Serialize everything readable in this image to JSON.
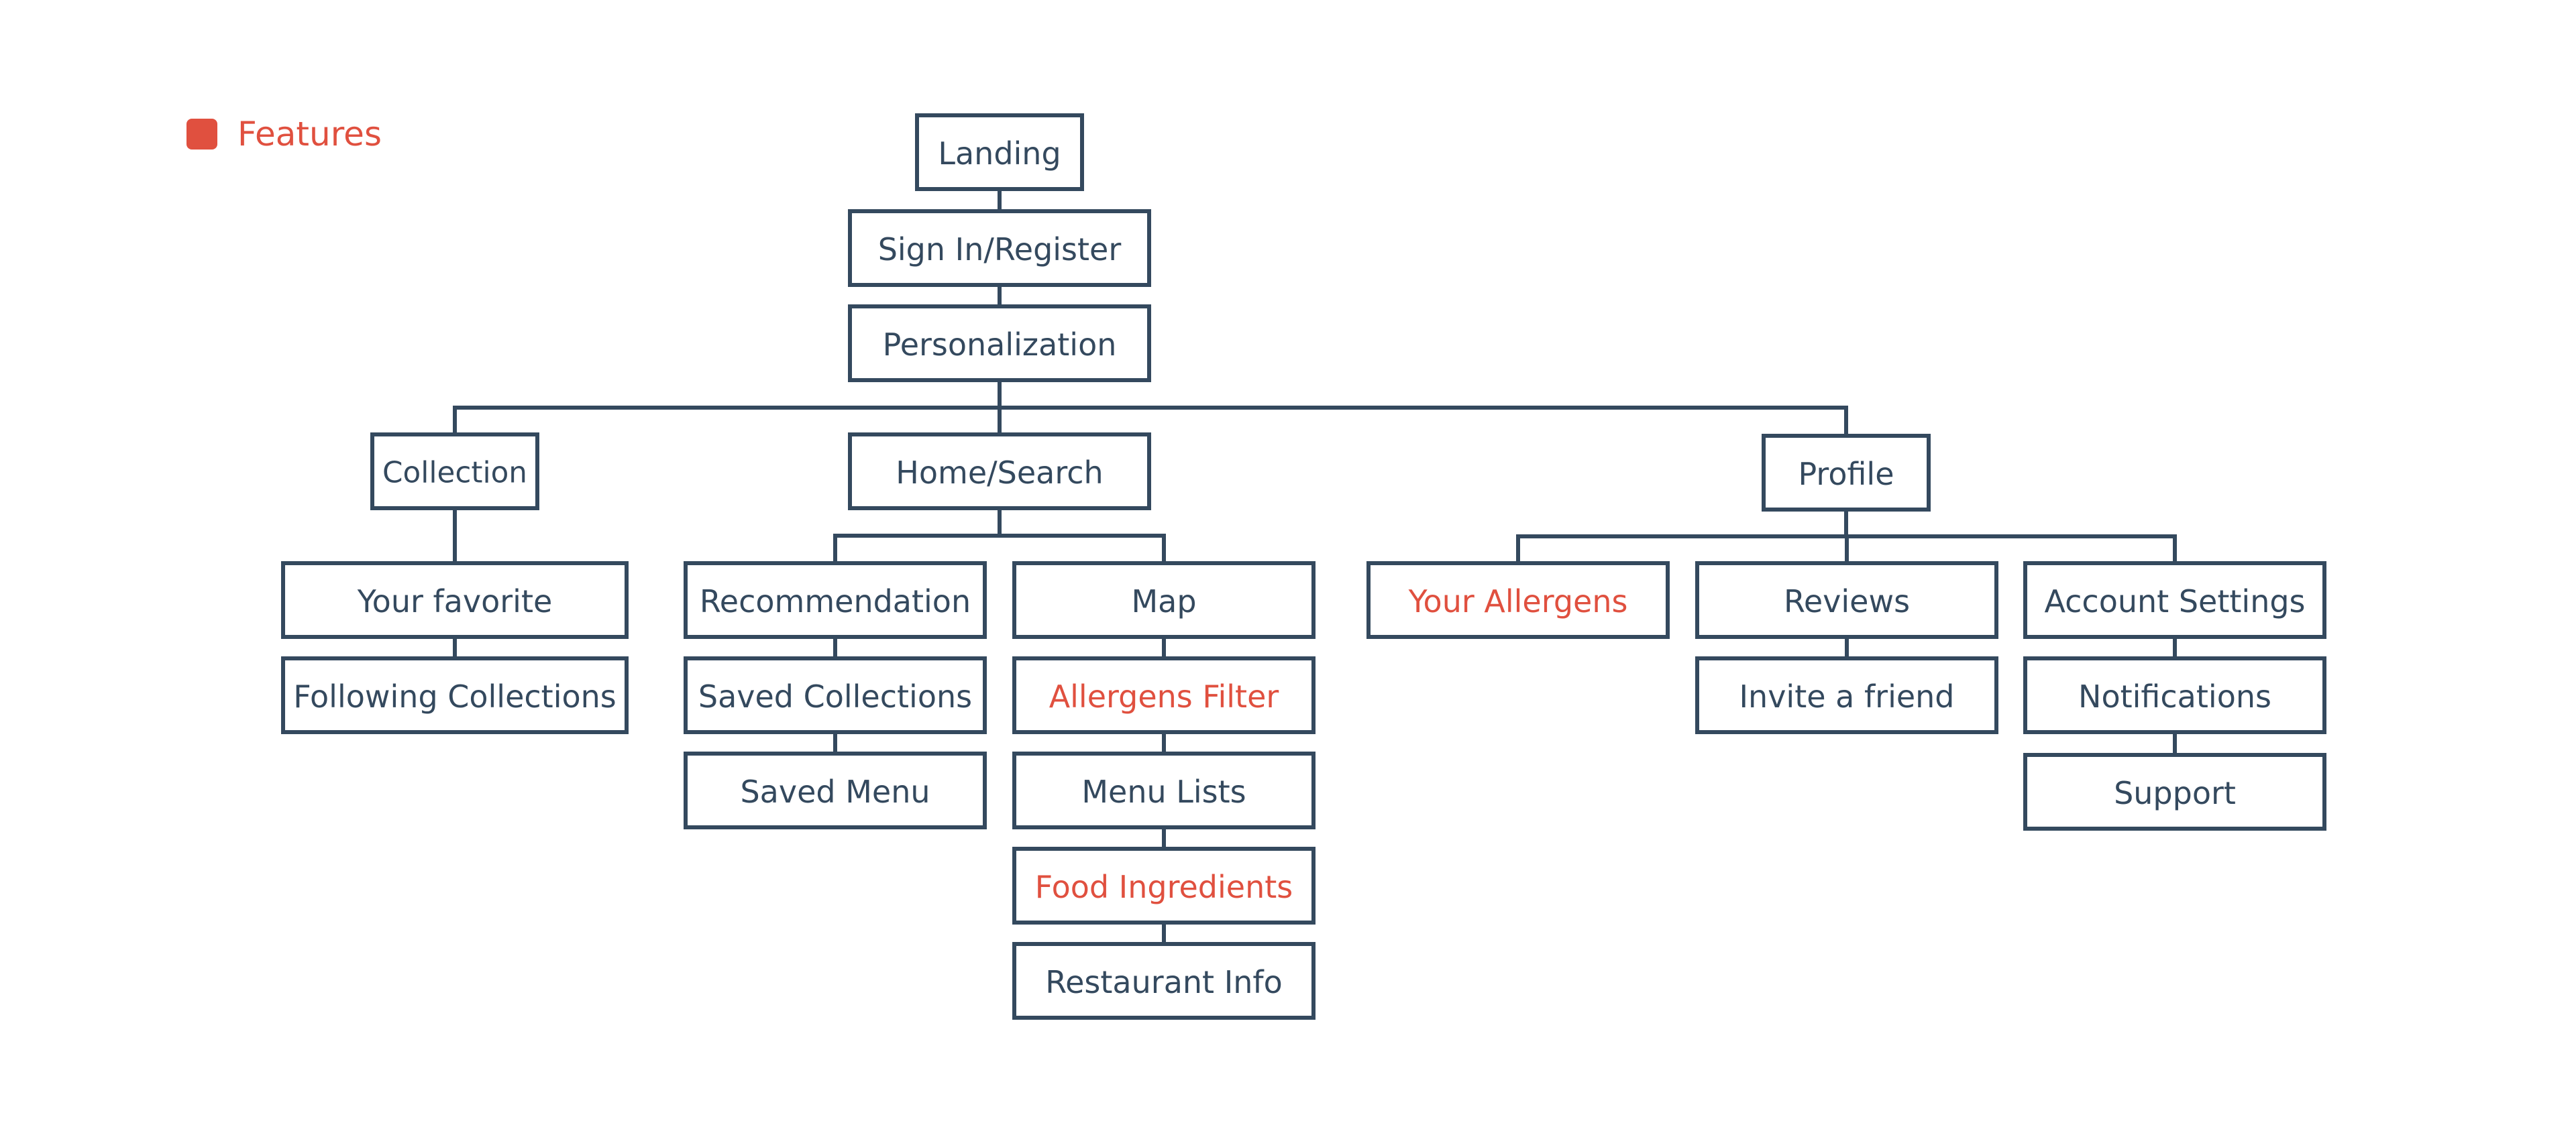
{
  "colors": {
    "node_stroke": "#34495e",
    "node_text": "#34495e",
    "feature": "#e0503f",
    "background": "#ffffff"
  },
  "legend": {
    "label": "Features",
    "color": "#e0503f"
  },
  "nodes": [
    {
      "id": "landing",
      "label": "Landing",
      "feature": false
    },
    {
      "id": "signin",
      "label": "Sign In/Register",
      "feature": false
    },
    {
      "id": "personalization",
      "label": "Personalization",
      "feature": false
    },
    {
      "id": "collection",
      "label": "Collection",
      "feature": false
    },
    {
      "id": "home",
      "label": "Home/Search",
      "feature": false
    },
    {
      "id": "profile",
      "label": "Profile",
      "feature": false
    },
    {
      "id": "favorite",
      "label": "Your favorite",
      "feature": false
    },
    {
      "id": "following",
      "label": "Following Collections",
      "feature": false
    },
    {
      "id": "recommendation",
      "label": "Recommendation",
      "feature": false
    },
    {
      "id": "savedcoll",
      "label": "Saved Collections",
      "feature": false
    },
    {
      "id": "savedmenu",
      "label": "Saved Menu",
      "feature": false
    },
    {
      "id": "map",
      "label": "Map",
      "feature": false
    },
    {
      "id": "allergensfilter",
      "label": "Allergens Filter",
      "feature": true
    },
    {
      "id": "menulists",
      "label": "Menu Lists",
      "feature": false
    },
    {
      "id": "ingredients",
      "label": "Food Ingredients",
      "feature": true
    },
    {
      "id": "restaurant",
      "label": "Restaurant Info",
      "feature": false
    },
    {
      "id": "allergens",
      "label": "Your Allergens",
      "feature": true
    },
    {
      "id": "reviews",
      "label": "Reviews",
      "feature": false
    },
    {
      "id": "invite",
      "label": "Invite a friend",
      "feature": false
    },
    {
      "id": "account",
      "label": "Account Settings",
      "feature": false
    },
    {
      "id": "notifications",
      "label": "Notifications",
      "feature": false
    },
    {
      "id": "support",
      "label": "Support",
      "feature": false
    }
  ],
  "edges": [
    [
      "landing",
      "signin"
    ],
    [
      "signin",
      "personalization"
    ],
    [
      "personalization",
      "collection"
    ],
    [
      "personalization",
      "home"
    ],
    [
      "personalization",
      "profile"
    ],
    [
      "collection",
      "favorite"
    ],
    [
      "favorite",
      "following"
    ],
    [
      "home",
      "recommendation"
    ],
    [
      "home",
      "map"
    ],
    [
      "recommendation",
      "savedcoll"
    ],
    [
      "savedcoll",
      "savedmenu"
    ],
    [
      "map",
      "allergensfilter"
    ],
    [
      "allergensfilter",
      "menulists"
    ],
    [
      "menulists",
      "ingredients"
    ],
    [
      "ingredients",
      "restaurant"
    ],
    [
      "profile",
      "allergens"
    ],
    [
      "profile",
      "reviews"
    ],
    [
      "profile",
      "account"
    ],
    [
      "reviews",
      "invite"
    ],
    [
      "account",
      "notifications"
    ],
    [
      "notifications",
      "support"
    ]
  ]
}
